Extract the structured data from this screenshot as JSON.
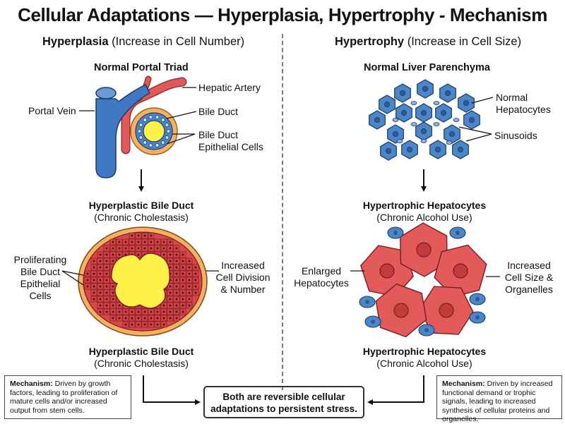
{
  "title": "Cellular Adaptations — Hyperplasia, Hypertrophy - Mechanism",
  "left": {
    "heading_bold": "Hyperplasia",
    "heading_rest": " (Increase in Cell Number)",
    "top_subtitle": "Normal Portal Triad",
    "labels": {
      "portal_vein": "Portal Vein",
      "hepatic_artery": "Hepatic Artery",
      "bile_duct": "Bile Duct",
      "epithelial_line1": "Bile Duct",
      "epithelial_line2": "Epithelial Cells",
      "proliferating": [
        "Proliferating",
        "Bile Duct",
        "Epithelial",
        "Cells"
      ],
      "increased": [
        "Increased",
        "Cell Division",
        "& Number"
      ]
    },
    "mid_caption": {
      "bold": "Hyperplastic Bile Duct",
      "normal": "(Chronic Cholestasis)"
    },
    "bottom_caption": {
      "bold": "Hyperplastic Bile Duct",
      "normal": "(Chronic Cholestasis)"
    },
    "mechanism": {
      "label": "Mechanism:",
      "text": " Driven by growth factors, leading to proliferation of mature cells and/or increased output from stem cells."
    }
  },
  "right": {
    "heading_bold": "Hypertrophy",
    "heading_rest": " (Increase in Cell Size)",
    "top_subtitle": "Normal Liver Parenchyma",
    "labels": {
      "normal_hepatocytes": [
        "Normal",
        "Hepatocytes"
      ],
      "sinusoids": "Sinusoids",
      "enlarged": [
        "Enlarged",
        "Hepatocytes"
      ],
      "increased": [
        "Increased",
        "Cell Size &",
        "Organelles"
      ]
    },
    "mid_caption": {
      "bold": "Hypertrophic Hepatocytes",
      "normal": "(Chronic Alcohol Use)"
    },
    "bottom_caption": {
      "bold": "Hypertrophic Hepatocytes",
      "normal": "(Chronic Alcohol Use)"
    },
    "mechanism": {
      "label": "Mechanism:",
      "text": " Driven by increased functional demand or trophic signals, leading to increased synthesis of cellular proteins and organelles."
    }
  },
  "conclusion": [
    "Both are reversible cellular",
    "adaptations to persistent stress."
  ],
  "colors": {
    "vein": "#3f79c4",
    "artery": "#e05858",
    "epithelium": "#d9474a",
    "stroma": "#f2b25f",
    "lumen": "#fff04a",
    "hepatocyte": "#4a86c8",
    "hypertrophic": "#e25a5a"
  }
}
